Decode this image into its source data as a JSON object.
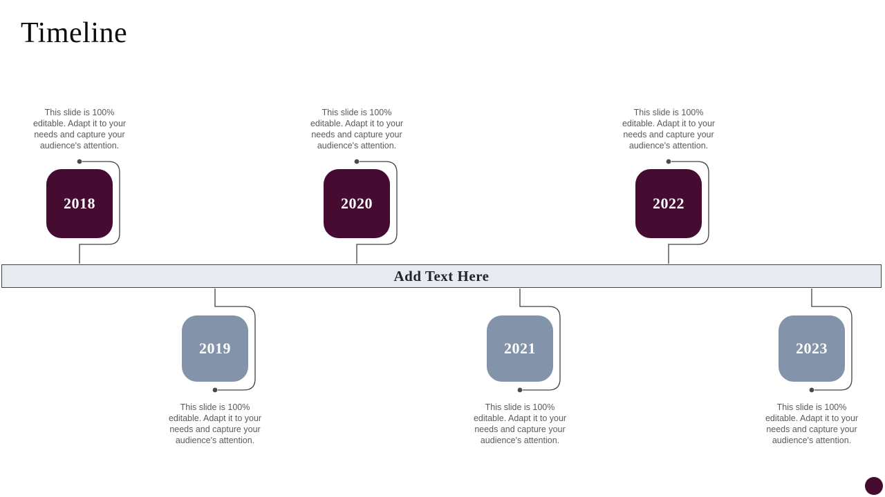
{
  "slide": {
    "title": "Timeline",
    "bar_label": "Add Text Here"
  },
  "description_lines": [
    "This slide is 100%",
    "editable. Adapt it to your",
    "needs and capture your",
    "audience's attention."
  ],
  "milestones": [
    {
      "year": "2018",
      "row": "top",
      "color": "#460B31",
      "description": "This slide is 100% editable. Adapt it to your needs and capture your audience's attention."
    },
    {
      "year": "2019",
      "row": "bottom",
      "color": "#8393A9",
      "description": "This slide is 100% editable. Adapt it to your needs and capture your audience's attention."
    },
    {
      "year": "2020",
      "row": "top",
      "color": "#460B31",
      "description": "This slide is 100% editable. Adapt it to your needs and capture your audience's attention."
    },
    {
      "year": "2021",
      "row": "bottom",
      "color": "#8393A9",
      "description": "This slide is 100% editable. Adapt it to your needs and capture your audience's attention."
    },
    {
      "year": "2022",
      "row": "top",
      "color": "#460B31",
      "description": "This slide is 100% editable. Adapt it to your needs and capture your audience's attention."
    },
    {
      "year": "2023",
      "row": "bottom",
      "color": "#8393A9",
      "description": "This slide is 100% editable. Adapt it to your needs and capture your audience's attention."
    }
  ],
  "colors": {
    "primary": "#460B31",
    "secondary": "#8393A9",
    "bar_fill": "#E7EAEF",
    "outline": "#404040",
    "description_text": "#5A5A5A"
  }
}
